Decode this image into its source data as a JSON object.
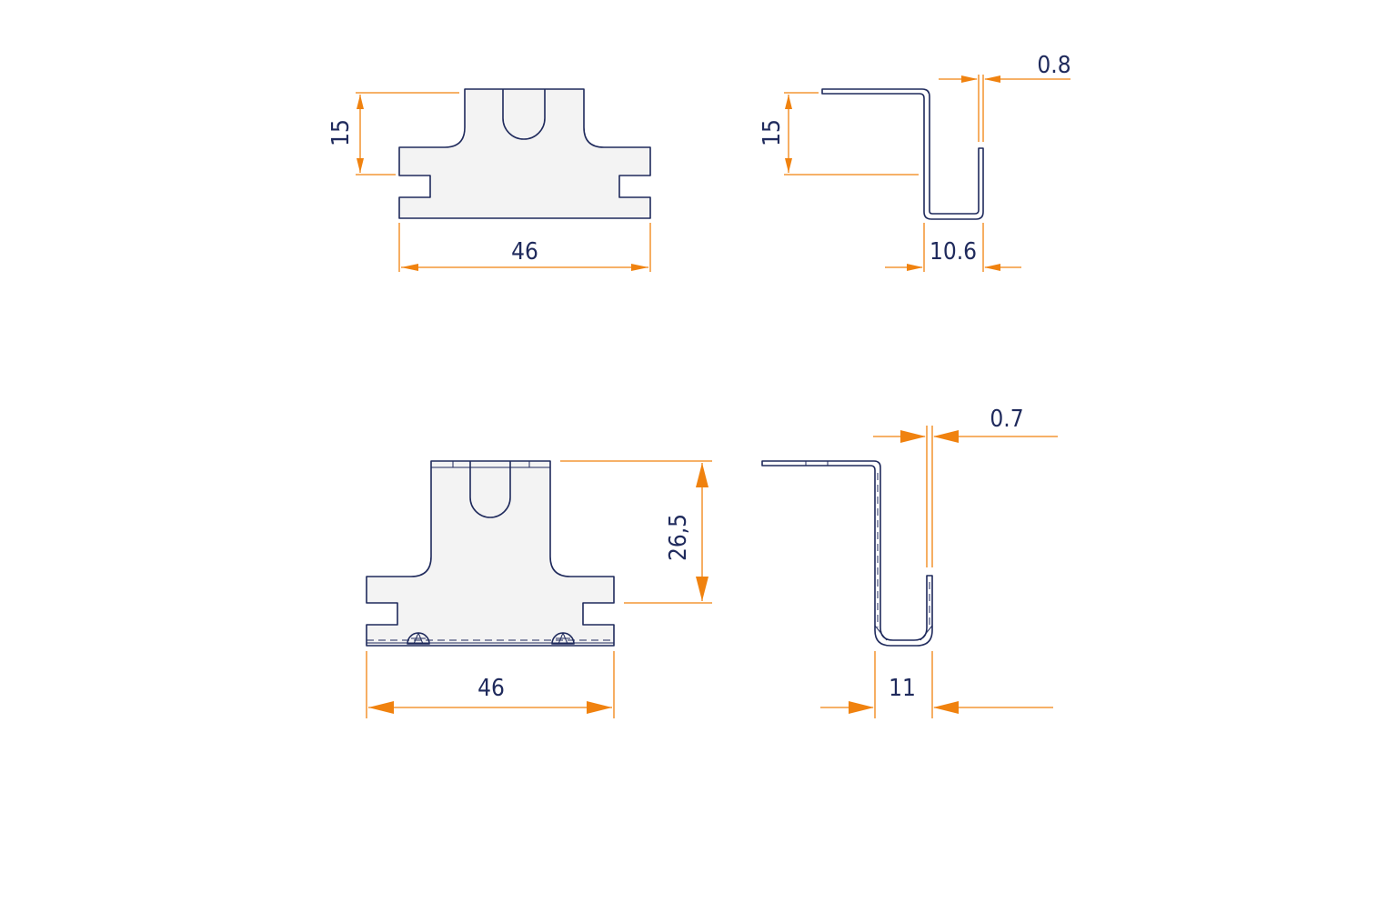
{
  "colors": {
    "outline": "#1f2a5c",
    "dimension": "#f0820f",
    "fill": "#f3f3f3",
    "background": "#ffffff"
  },
  "clip_top": {
    "front_view": {
      "height_label": "15",
      "width_label": "46"
    },
    "side_view": {
      "height_label": "15",
      "thickness_label": "0.8",
      "depth_label": "10.6"
    }
  },
  "clip_bottom": {
    "front_view": {
      "height_label": "26,5",
      "width_label": "46"
    },
    "side_view": {
      "thickness_label": "0.7",
      "depth_label": "11"
    }
  }
}
